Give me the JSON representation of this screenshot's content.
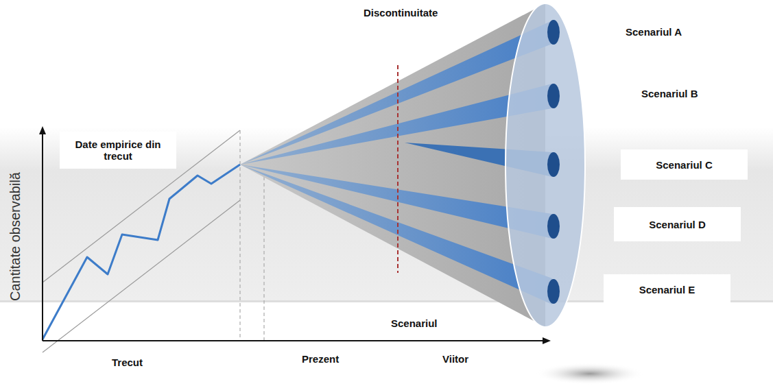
{
  "diagram": {
    "nodes": [
      {
        "text": [
          "Date empirice din trecut"
        ]
      },
      {
        "text": [
          "Scenariul C"
        ]
      },
      {
        "text": [
          "Scenariul D"
        ]
      },
      {
        "text": [
          "Scenariul E"
        ]
      }
    ],
    "labels": [
      "Cantitate observabilă",
      "Discontinuitate",
      "Scenariul A",
      "Scenariul B",
      "Scenariul",
      "Trecut",
      "Prezent",
      "Viitor"
    ]
  }
}
